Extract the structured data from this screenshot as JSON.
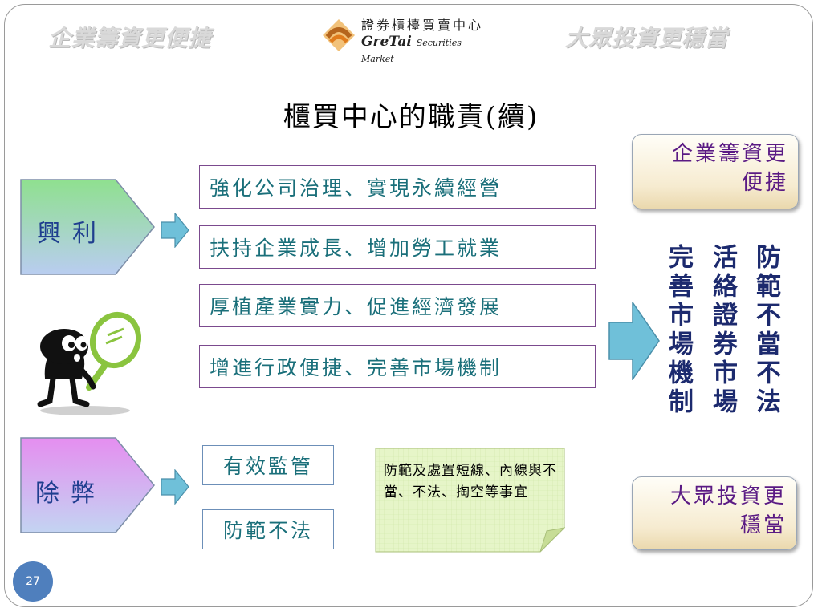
{
  "header": {
    "slogan_left": "企業籌資更便捷",
    "slogan_right": "大眾投資更穩當",
    "logo_cn": "證券櫃檯買賣中心",
    "logo_en_main": "GreTai",
    "logo_en_sub": "Securities Market"
  },
  "title": "櫃買中心的職責(續)",
  "xingli": {
    "label": "興利",
    "items": [
      "強化公司治理、實現永續經營",
      "扶持企業成長、增加勞工就業",
      "厚植產業實力、促進經濟發展",
      "增進行政便捷、完善市場機制"
    ]
  },
  "chubi": {
    "label": "除弊",
    "items": [
      "有效監管",
      "防範不法"
    ]
  },
  "note": "防範及處置短線、內線與不當、不法、掏空等事宜",
  "goals": {
    "top": "企業籌資更便捷",
    "bottom": "大眾投資更穩當",
    "columns": [
      "防範不當不法",
      "活絡證券市場",
      "完善市場機制"
    ]
  },
  "colors": {
    "xingli_top": "#8fe08f",
    "xingli_bottom": "#b9cdf0",
    "chubi_top": "#e58ef0",
    "chubi_bottom": "#c3d4f2",
    "arrow_fill": "#6fc0d9"
  },
  "page_number": "27"
}
